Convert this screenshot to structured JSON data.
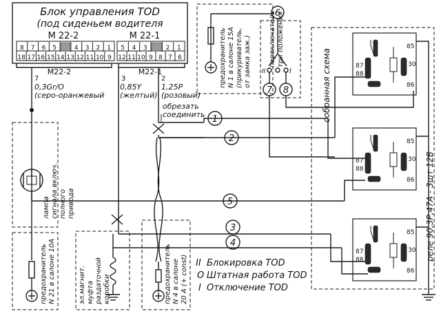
{
  "ecu": {
    "title_line1": "Блок управления TOD",
    "title_line2": "(под сиденьем водителя",
    "conn_left": "M 22-2",
    "conn_right": "M 22-1",
    "left_top_pins": [
      "8",
      "7",
      "6",
      "5",
      "",
      "4",
      "3",
      "2",
      "1"
    ],
    "left_bottom_pins": [
      "18",
      "17",
      "16",
      "15",
      "14",
      "13",
      "12",
      "11",
      "10",
      "9"
    ],
    "right_top_pins": [
      "5",
      "4",
      "3",
      "",
      "2",
      "1"
    ],
    "right_bottom_pins": [
      "12",
      "11",
      "10",
      "9",
      "8",
      "7",
      "6"
    ],
    "plug_left_label": "M22-2",
    "plug_right_label": "M22-1"
  },
  "wires": {
    "w7_num": "7",
    "w7_spec": "0,3Gr/O",
    "w7_color": "(серо-оранжевый",
    "w3_num": "3",
    "w3_spec": "0,85Y",
    "w3_color": "(желтый)",
    "w2_num": "2",
    "w2_spec": "1,25P",
    "w2_color": "(розовый)",
    "cut_note_1": "обрезать",
    "cut_note_2": "соединить"
  },
  "numbers": [
    "1",
    "2",
    "5",
    "3",
    "4"
  ],
  "fuse_15": {
    "line1": "предохранитель",
    "line2": "N 1 в салоне 15А",
    "line3": "(прикуриватель,",
    "line4": "от замка заж.)"
  },
  "switch": {
    "line1": "переключатель",
    "line2": "три положения",
    "top_pin": "6",
    "left_pin": "7",
    "right_pin": "8"
  },
  "assembled": "собранная схема",
  "relays_label": "реле 90,3Р,47А - 3шт 12В",
  "relay_pins": [
    "87",
    "88",
    "85",
    "30",
    "86"
  ],
  "lamp": {
    "line1": "лампа",
    "line2": "сигнала включ.",
    "line3": "полного",
    "line4": "привода"
  },
  "fuse_21": {
    "line1": "предохранитель",
    "line2": "N 21 в салоне 10А"
  },
  "clutch": {
    "line1": "эл.магнит.",
    "line2": "муфта",
    "line3": "раздаточной",
    "line4": "коробки"
  },
  "fuse_4": {
    "line1": "предохранитель",
    "line2": "N 4 в салоне",
    "line3": "20 А (+ const)"
  },
  "legend": [
    {
      "sym": "II",
      "text": "Блокировка TOD"
    },
    {
      "sym": "O",
      "text": "Штатная работа TOD"
    },
    {
      "sym": "I",
      "text": "Отключение TOD"
    }
  ]
}
